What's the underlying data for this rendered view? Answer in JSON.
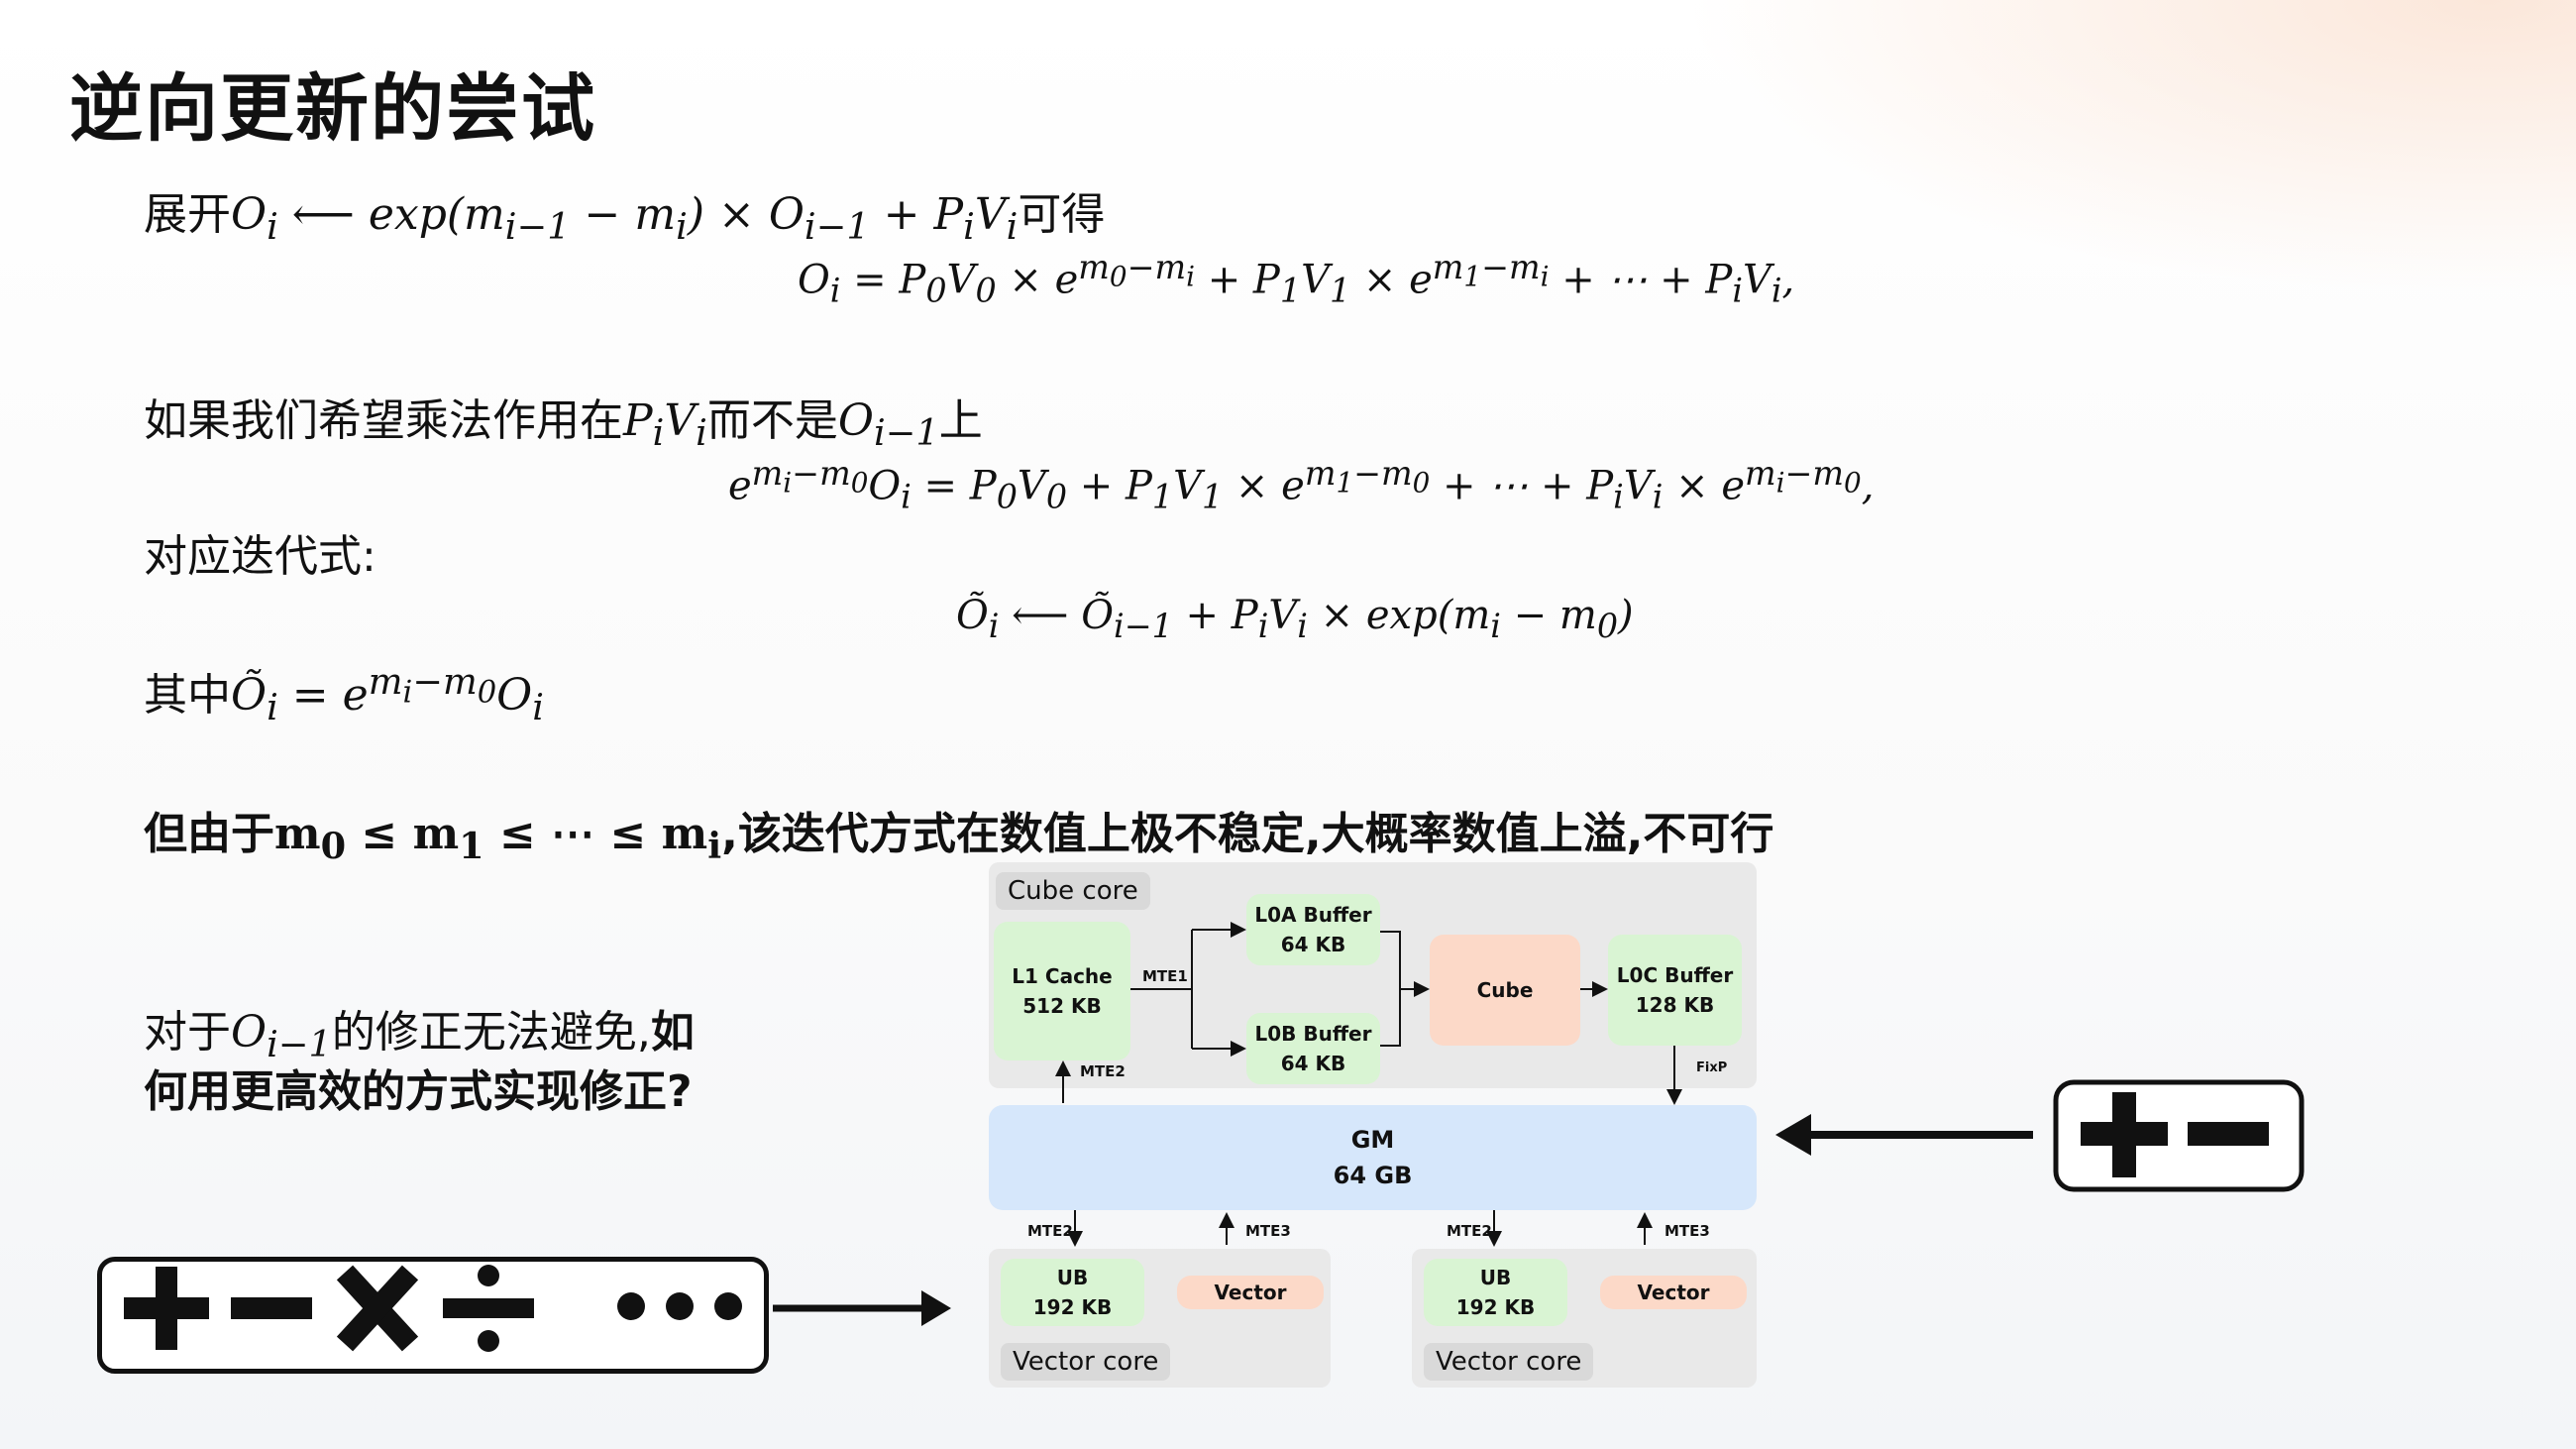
{
  "title": "逆向更新的尝试",
  "line1_prefix": "展开",
  "line1_formula": "O_i ⟵ exp(m_{i−1} − m_i) × O_{i−1} + P_iV_i",
  "line1_suffix": "可得",
  "eq1": "Oᵢ = P₀V₀ × e^(m₀−mᵢ) + P₁V₁ × e^(m₁−mᵢ) + ⋯ + PᵢVᵢ,",
  "line2_prefix": "如果我们希望乘法作用在",
  "line2_pv": "PᵢVᵢ",
  "line2_mid": "而不是",
  "line2_o": "Oᵢ₋₁",
  "line2_suffix": "上",
  "eq2": "e^(mᵢ−m₀) Oᵢ = P₀V₀ + P₁V₁ × e^(m₁−m₀) + ⋯ + PᵢVᵢ × e^(mᵢ−m₀),",
  "line3": "对应迭代式:",
  "eq3": "Õᵢ ⟵ Õᵢ₋₁ + PᵢVᵢ × exp(mᵢ − m₀)",
  "line4_prefix": "其中",
  "line4_formula": "Õᵢ = e^(mᵢ−m₀) Oᵢ",
  "warning_prefix": "但由于",
  "warning_formula": "m₀ ≤ m₁ ≤ ⋯ ≤ mᵢ",
  "warning_suffix": ",该迭代方式在数值上极不稳定,大概率数值上溢,不可行",
  "q_prefix": "对于",
  "q_formula": "Oᵢ₋₁",
  "q_mid": "的修正无法避免,",
  "q_bold1": "如",
  "q_bold2": "何用更高效的方式实现修正?",
  "ops_left": [
    "+",
    "−",
    "×",
    "÷",
    "•••"
  ],
  "ops_right": [
    "+",
    "−"
  ],
  "diagram": {
    "cube_core_label": "Cube core",
    "l1": [
      "L1 Cache",
      "512 KB"
    ],
    "l0a": [
      "L0A Buffer",
      "64 KB"
    ],
    "l0b": [
      "L0B Buffer",
      "64 KB"
    ],
    "cube": "Cube",
    "l0c": [
      "L0C Buffer",
      "128 KB"
    ],
    "gm": [
      "GM",
      "64 GB"
    ],
    "mte1": "MTE1",
    "mte2": "MTE2",
    "mte3": "MTE3",
    "fixp": "FixP",
    "ub1": [
      "UB",
      "192 KB"
    ],
    "vector1": "Vector",
    "vector_core_label1": "Vector core",
    "ub2": [
      "UB",
      "192 KB"
    ],
    "vector2": "Vector",
    "vector_core_label2": "Vector core"
  }
}
